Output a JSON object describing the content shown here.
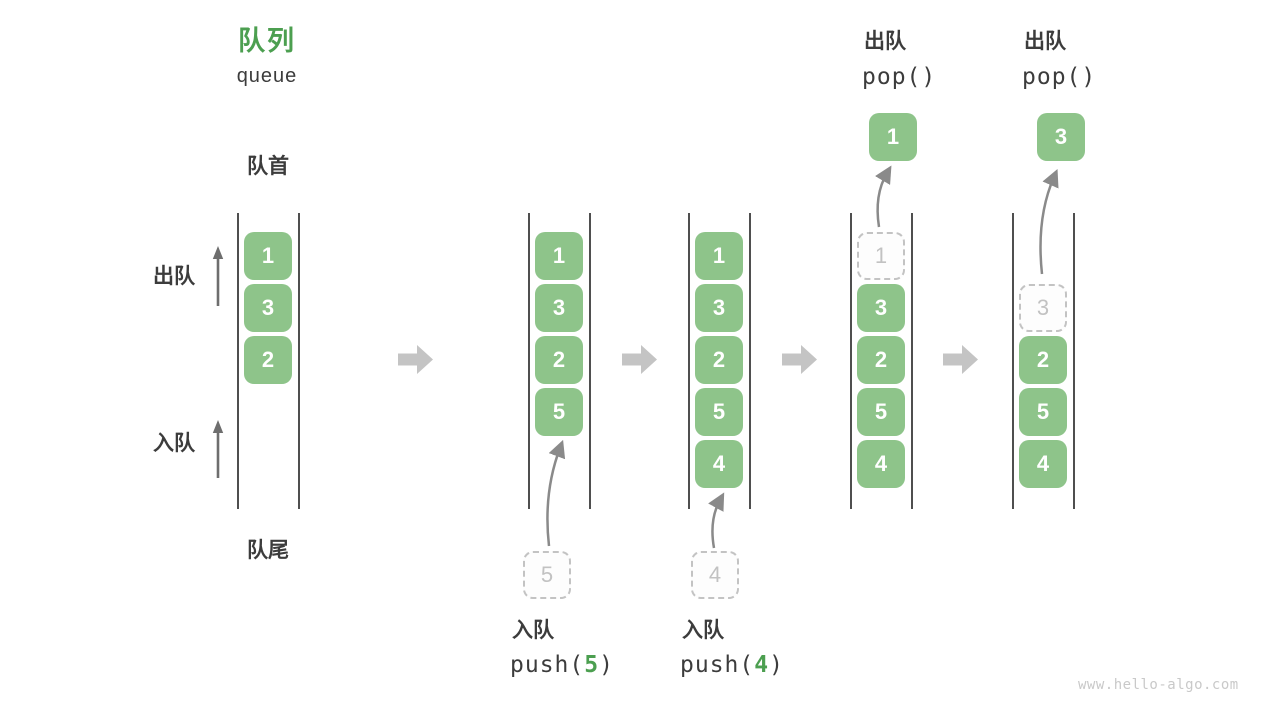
{
  "title": {
    "zh": "队列",
    "en": "queue"
  },
  "side_labels": {
    "front": "队首",
    "rear": "队尾",
    "dequeue": "出队",
    "enqueue": "入队"
  },
  "watermark": "www.hello-algo.com",
  "colors": {
    "box_green": "#8ec48a",
    "accent_green": "#4c9f50",
    "text_dark": "#3c3c3c",
    "block_arrow_gray": "#c4c4c4",
    "dashed_gray": "#c3c3c3",
    "thin_arrow_gray": "#8a8a8a"
  },
  "states": {
    "s1": {
      "slots": [
        "1",
        "3",
        "2"
      ]
    },
    "s2": {
      "slots": [
        "1",
        "3",
        "2",
        "5"
      ],
      "pending": "5",
      "op": "入队",
      "fn_open": "push(",
      "arg": "5",
      "fn_close": ")"
    },
    "s3": {
      "slots": [
        "1",
        "3",
        "2",
        "5",
        "4"
      ],
      "pending": "4",
      "op": "入队",
      "fn_open": "push(",
      "arg": "4",
      "fn_close": ")"
    },
    "s4": {
      "ghost": "1",
      "slots": [
        "3",
        "2",
        "5",
        "4"
      ],
      "popped": "1",
      "op": "出队",
      "fn": "pop()"
    },
    "s5": {
      "ghost": "3",
      "slots": [
        "2",
        "5",
        "4"
      ],
      "popped": "3",
      "op": "出队",
      "fn": "pop()"
    }
  }
}
